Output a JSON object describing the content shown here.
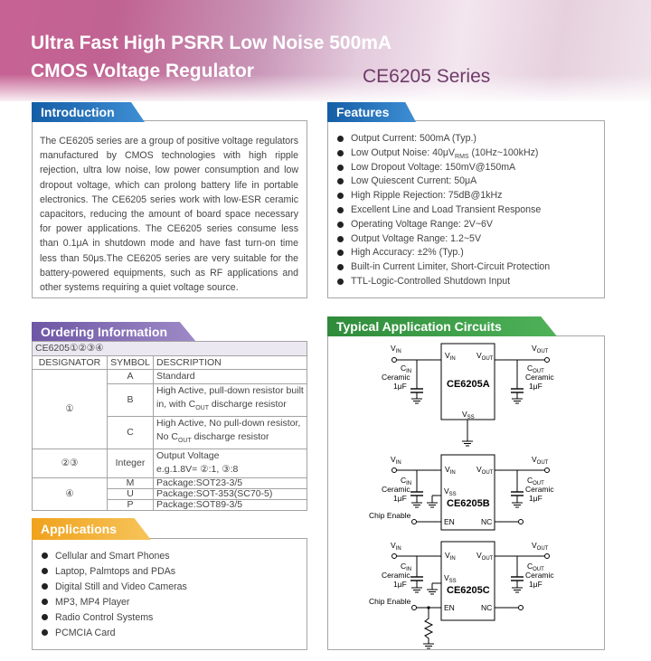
{
  "header": {
    "title_line1": "Ultra Fast High PSRR Low Noise 500mA",
    "title_line2": "CMOS Voltage Regulator",
    "series": "CE6205 Series"
  },
  "introduction": {
    "heading": "Introduction",
    "text": "The CE6205 series are a group of positive voltage regulators manufactured by CMOS technologies with high ripple rejection, ultra low noise, low power consumption and low dropout voltage, which can prolong battery life in portable electronics. The CE6205 series work with low-ESR ceramic capacitors, reducing the amount of board space necessary for power applications. The CE6205 series consume less than 0.1μA in shutdown mode and have fast turn-on time less than 50μs.The CE6205 series are very suitable for the battery-powered equipments, such as RF applications and other systems requiring a quiet voltage source."
  },
  "features": {
    "heading": "Features",
    "noise_prefix": "Low Output Noise: 40μV",
    "noise_sub": "RMS",
    "noise_suffix": " (10Hz~100kHz)",
    "items": [
      "Output Current: 500mA (Typ.)",
      "Low Dropout Voltage: 150mV@150mA",
      "Low Quiescent Current: 50μA",
      "High Ripple Rejection: 75dB@1kHz",
      "Excellent Line and Load Transient Response",
      "Operating Voltage Range: 2V~6V",
      "Output Voltage Range: 1.2~5V",
      "High Accuracy: ±2% (Typ.)",
      "Built-in Current Limiter, Short-Circuit Protection",
      "TTL-Logic-Controlled Shutdown Input"
    ]
  },
  "ordering": {
    "heading": "Ordering Information",
    "part": "CE6205①②③④",
    "columns": [
      "DESIGNATOR",
      "SYMBOL",
      "DESCRIPTION"
    ],
    "d1": "①",
    "a_sym": "A",
    "a_desc": "Standard",
    "b_sym": "B",
    "b_desc1": "High Active, pull-down resistor built",
    "b_desc2_pre": "in, with C",
    "b_desc2_sub": "OUT",
    "b_desc2_post": " discharge resistor",
    "c_sym": "C",
    "c_desc1": "High Active, No pull-down resistor,",
    "c_desc2_pre": "No C",
    "c_desc2_sub": "OUT",
    "c_desc2_post": " discharge resistor",
    "d23": "②③",
    "int_sym": "Integer",
    "int_desc1": "Output Voltage",
    "int_desc2": "e.g.1.8V= ②:1, ③:8",
    "d4": "④",
    "m_sym": "M",
    "m_desc": "Package:SOT23-3/5",
    "u_sym": "U",
    "u_desc": "Package:SOT-353(SC70-5)",
    "p_sym": "P",
    "p_desc": "Package:SOT89-3/5"
  },
  "applications": {
    "heading": "Applications",
    "items": [
      "Cellular and Smart Phones",
      "Laptop, Palmtops and PDAs",
      "Digital Still and Video Cameras",
      "MP3, MP4 Player",
      "Radio Control Systems",
      "PCMCIA Card"
    ]
  },
  "circuits": {
    "heading": "Typical Application Circuits",
    "v": "V",
    "in": "IN",
    "out": "OUT",
    "ss": "SS",
    "c": "C",
    "ceramic": "Ceramic",
    "cap": "1μF",
    "chip_a": "CE6205A",
    "chip_b": "CE6205B",
    "chip_c": "CE6205C",
    "en": "EN",
    "nc": "NC",
    "chip_enable": "Chip Enable"
  },
  "colors": {
    "blue_tab": "#145ea6",
    "purple_tab": "#6e57a5",
    "orange_tab": "#f0a21c",
    "green_tab": "#2e8b3a",
    "header_pink": "#c76394",
    "series_text": "#6e3b69"
  }
}
